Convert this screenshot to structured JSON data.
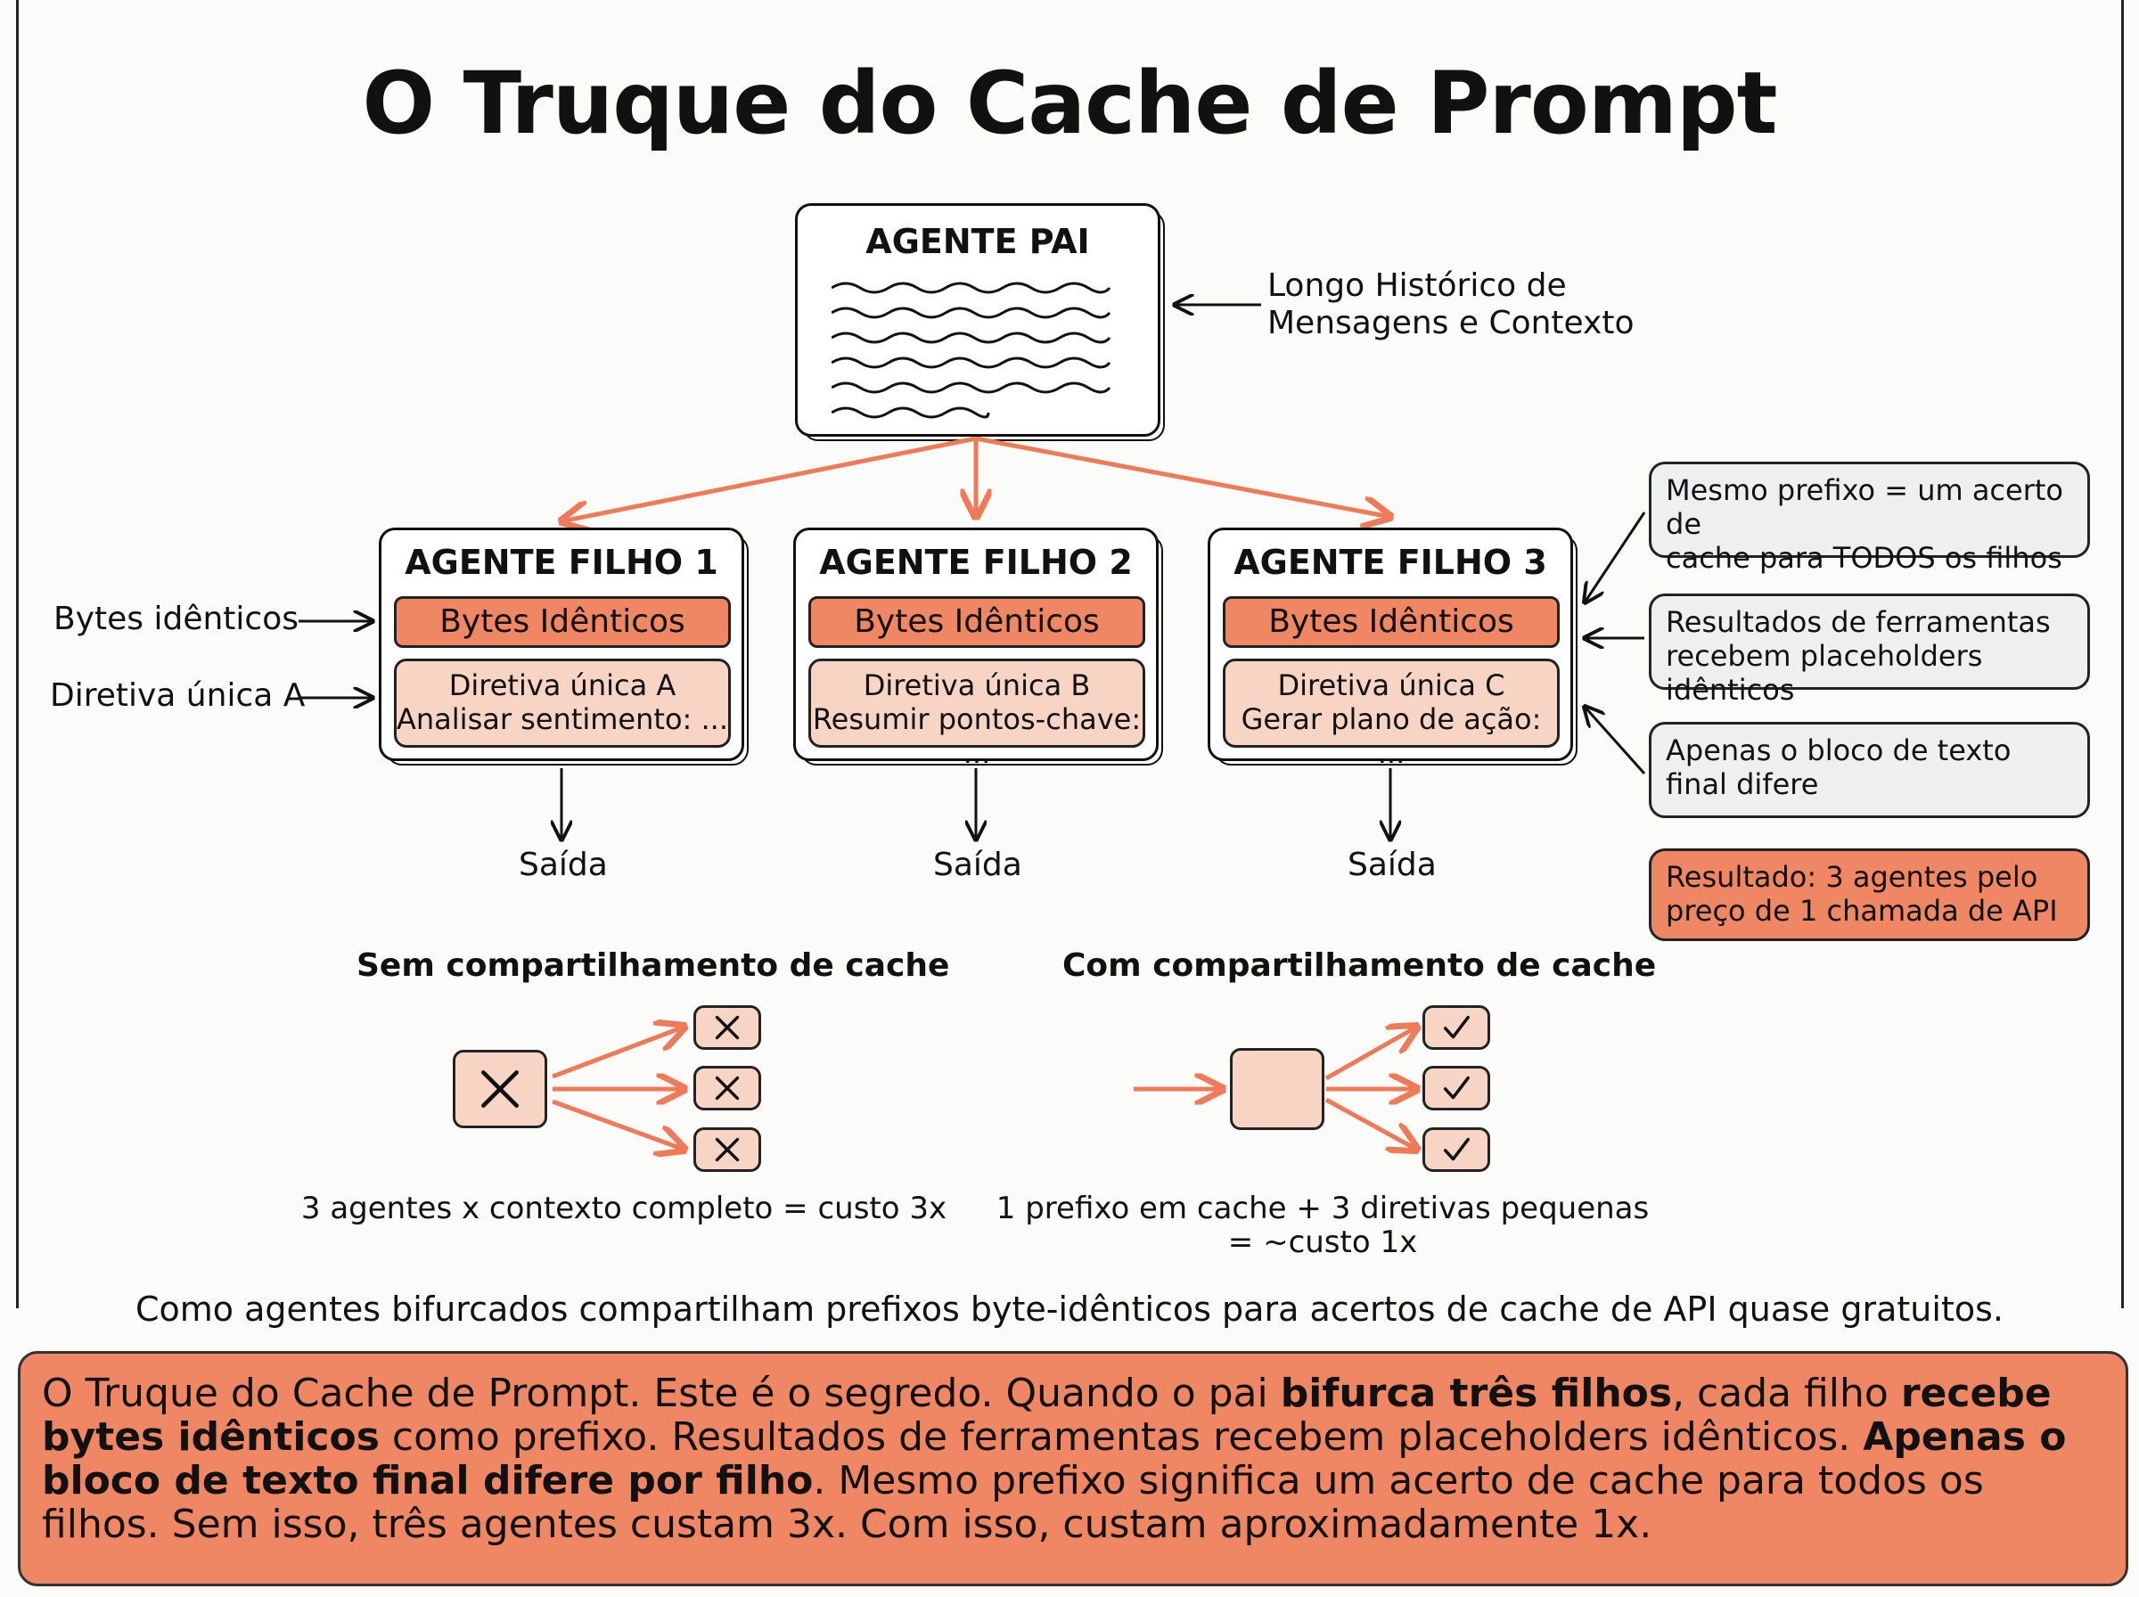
{
  "title": "O Truque do Cache de Prompt",
  "parent": {
    "label": "AGENTE PAI",
    "annotation_line1": "Longo Histórico de",
    "annotation_line2": "Mensagens e Contexto"
  },
  "children": [
    {
      "label": "AGENTE FILHO 1",
      "shared": "Bytes Idênticos",
      "directive": "Diretiva única A",
      "task": "Analisar sentimento: ...",
      "output": "Saída"
    },
    {
      "label": "AGENTE FILHO 2",
      "shared": "Bytes Idênticos",
      "directive": "Diretiva única B",
      "task": "Resumir pontos-chave: ...",
      "output": "Saída"
    },
    {
      "label": "AGENTE FILHO 3",
      "shared": "Bytes Idênticos",
      "directive": "Diretiva única C",
      "task": "Gerar plano de ação: ...",
      "output": "Saída"
    }
  ],
  "left_labels": {
    "bytes": "Bytes idênticos",
    "directive": "Diretiva única A"
  },
  "notes": [
    {
      "line1": "Mesmo prefixo = um acerto de",
      "line2": "cache para TODOS os filhos"
    },
    {
      "line1": "Resultados de ferramentas",
      "line2": "recebem placeholders idênticos"
    },
    {
      "line1": "Apenas o bloco de texto",
      "line2": "final difere"
    },
    {
      "line1": "Resultado: 3 agentes pelo",
      "line2": "preço de 1 chamada de API"
    }
  ],
  "comparison": {
    "without": {
      "heading": "Sem compartilhamento de cache",
      "caption": "3 agentes x contexto completo = custo 3x"
    },
    "with": {
      "heading": "Com compartilhamento de cache",
      "caption_line1": "1 prefixo em cache + 3 diretivas pequenas",
      "caption_line2": "= ~custo 1x"
    }
  },
  "summary": "Como agentes bifurcados compartilham prefixos byte-idênticos para acertos de cache de API quase gratuitos.",
  "explanation": {
    "t1": "O Truque do Cache de Prompt. Este é o segredo. Quando o pai ",
    "b1": "bifurca três filhos",
    "t2": ", cada filho ",
    "b2": "recebe bytes idênticos",
    "t3": " como prefixo. Resultados de ferramentas recebem placeholders idênticos. ",
    "b3": "Apenas o bloco de texto final difere por filho",
    "t4": ". Mesmo prefixo significa um acerto de cache para todos os filhos. Sem isso, três agentes custam 3x. Com isso, custam aproximadamente 1x."
  },
  "colors": {
    "accent_orange": "#ef8664",
    "peach": "#f8d4c5",
    "note_gray": "#eeeff0"
  }
}
